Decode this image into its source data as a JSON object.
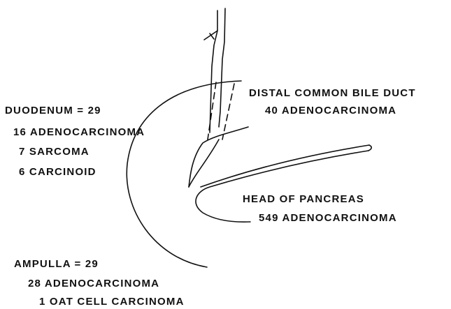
{
  "colors": {
    "ink": "#111111",
    "background": "#ffffff"
  },
  "labels": {
    "distal_duct_title": "DISTAL COMMON BILE DUCT",
    "distal_duct_line1": "40 ADENOCARCINOMA",
    "duodenum_title": "DUODENUM = 29",
    "duodenum_line1": "16 ADENOCARCINOMA",
    "duodenum_line2": "7 SARCOMA",
    "duodenum_line3": "6 CARCINOID",
    "pancreas_title": "HEAD OF PANCREAS",
    "pancreas_line1": "549 ADENOCARCINOMA",
    "ampulla_title": "AMPULLA = 29",
    "ampulla_line1": "28 ADENOCARCINOMA",
    "ampulla_line2": "1 OAT CELL CARCINOMA"
  }
}
